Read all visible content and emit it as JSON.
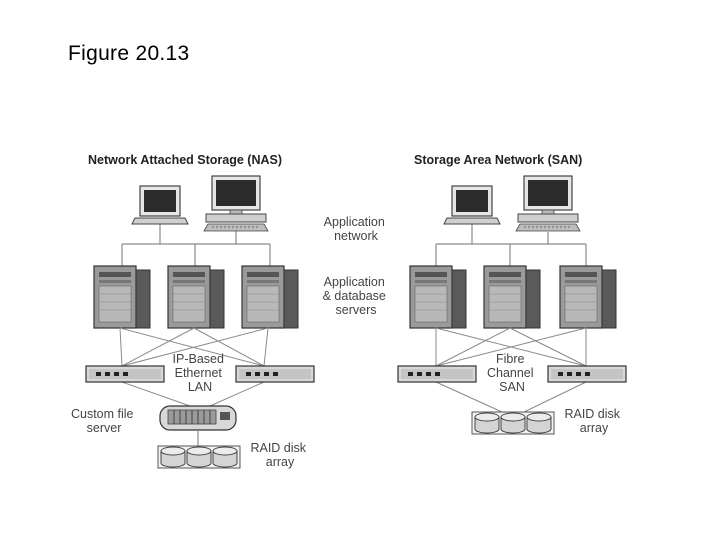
{
  "figure_title": "Figure 20.13",
  "nas": {
    "title": "Network Attached Storage (NAS)",
    "lan_label": [
      "IP-Based",
      "Ethernet",
      "LAN"
    ],
    "file_server_label": [
      "Custom file",
      "server"
    ],
    "raid_label": [
      "RAID disk",
      "array"
    ]
  },
  "san": {
    "title": "Storage Area Network (SAN)",
    "lan_label": [
      "Fibre",
      "Channel",
      "SAN"
    ],
    "raid_label": [
      "RAID disk",
      "array"
    ]
  },
  "shared_labels": {
    "app_network": [
      "Application",
      "network"
    ],
    "app_servers": [
      "Application",
      "& database",
      "servers"
    ]
  },
  "colors": {
    "line": "#8a8a8a",
    "device_dark": "#5a5a5a",
    "device_mid": "#9a9a9a",
    "device_light": "#d8d8d8",
    "screen": "#2b2b2b"
  }
}
